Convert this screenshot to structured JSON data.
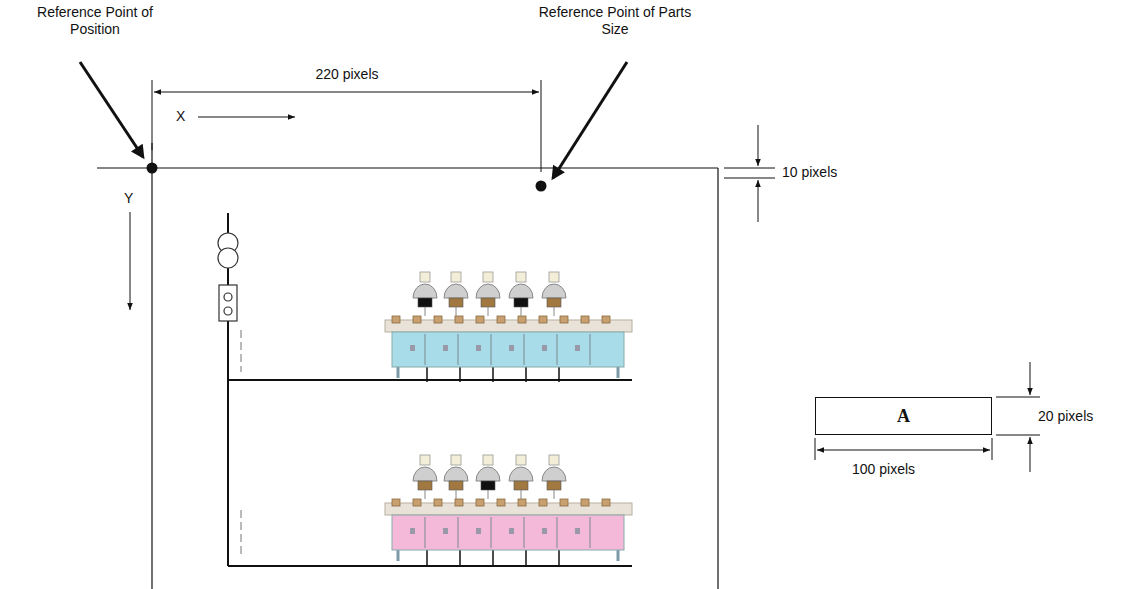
{
  "diagram": {
    "nodes": [
      {
        "text": [
          "A"
        ]
      }
    ],
    "labels": [
      "Reference Point of Position",
      "Reference Point of Parts Size",
      "220 pixels",
      "X",
      "Y",
      "10 pixels",
      "20 pixels",
      "100 pixels"
    ]
  }
}
